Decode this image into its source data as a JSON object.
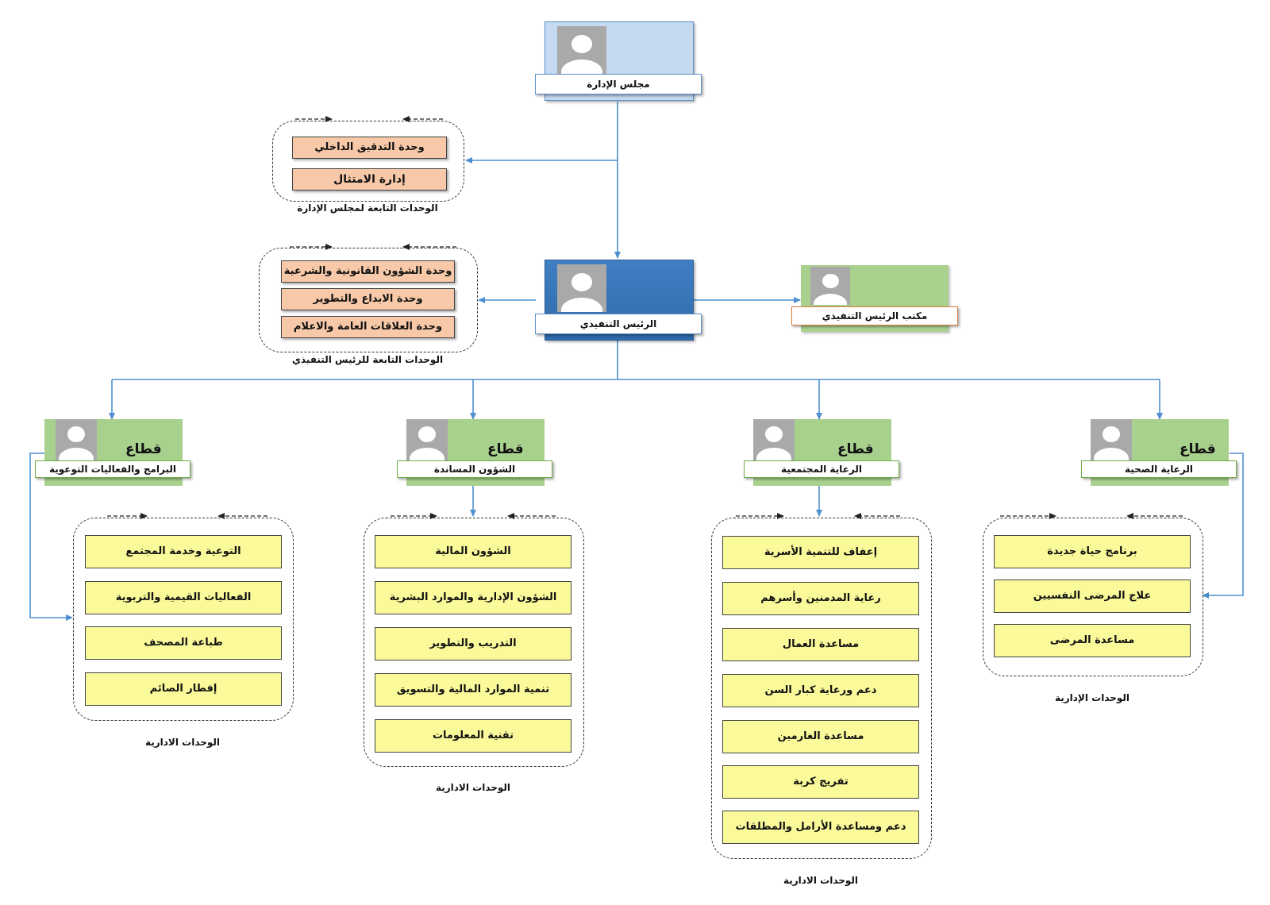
{
  "colors": {
    "connector": "#4f8fd0",
    "board_band": "#c5d9f0",
    "ceo_band": "#3f7fc3",
    "office_band": "#a9d18e",
    "sector_band": "#a9d18e",
    "peach_unit": "#f8c9a8",
    "yellow_unit": "#fafa9a"
  },
  "icons": {
    "person": "person-silhouette-icon"
  },
  "board": {
    "title": "مجلس الإدارة"
  },
  "board_units": {
    "caption": "الوحدات التابعة لمجلس الإدارة",
    "items": [
      "وحدة التدقيق الداخلي",
      "إدارة الامتثال"
    ]
  },
  "ceo": {
    "title": "الرئيس التنفيذي"
  },
  "ceo_office": {
    "title": "مكتب الرئيس التنفيذي"
  },
  "ceo_units": {
    "caption": "الوحدات التابعة للرئيس التنفيذي",
    "items": [
      "وحدة الشؤون القانونية والشرعية",
      "وحدة الابداع والتطوير",
      "وحدة العلاقات العامة والاعلام"
    ]
  },
  "sectors": [
    {
      "label": "قطاع",
      "name": "الرعاية الصحية",
      "units_caption": "الوحدات الإدارية",
      "units": [
        "برنامج حياة جديدة",
        "علاج المرضى النفسيين",
        "مساعدة المرضى"
      ]
    },
    {
      "label": "قطاع",
      "name": "الرعاية المجتمعية",
      "units_caption": "الوحدات الادارية",
      "units": [
        "إعفاف للتنمية الأسرية",
        "رعاية المدمنين وأسرهم",
        "مساعدة العمال",
        "دعم ورعاية كبار السن",
        "مساعدة الغارمين",
        "تفريج كربة",
        "دعم ومساعدة الأرامل والمطلقات"
      ]
    },
    {
      "label": "قطاع",
      "name": "الشؤون المساندة",
      "units_caption": "الوحدات الادارية",
      "units": [
        "الشؤون المالية",
        "الشؤون الإدارية والموارد البشرية",
        "التدريب والتطوير",
        "تنمية الموارد المالية والتسويق",
        "تقنية المعلومات"
      ]
    },
    {
      "label": "قطاع",
      "name": "البرامج والفعاليات التوعوية",
      "units_caption": "الوحدات الادارية",
      "units": [
        "التوعية وخدمة المجتمع",
        "الفعاليات القيمية والتربوية",
        "طباعة المصحف",
        "إفطار الصائم"
      ]
    }
  ]
}
